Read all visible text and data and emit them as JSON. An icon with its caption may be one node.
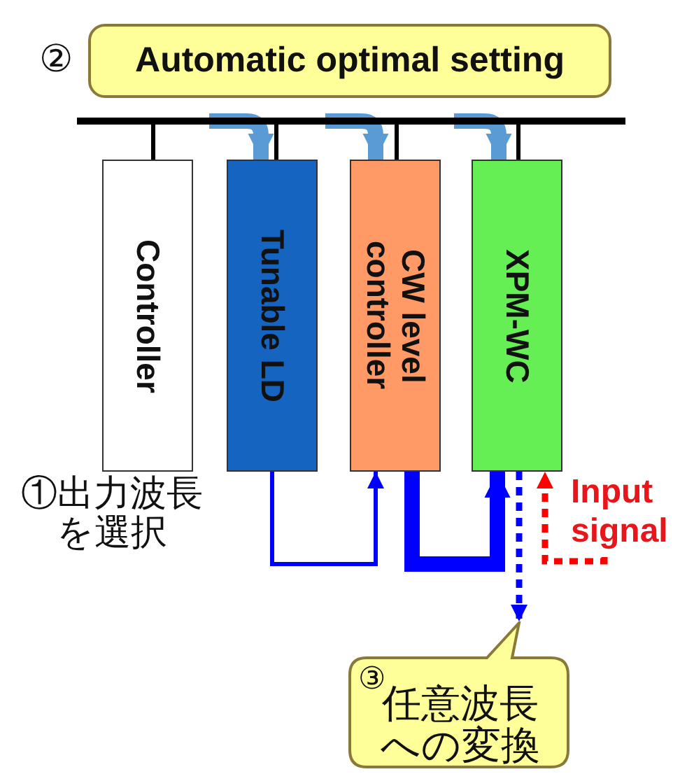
{
  "diagram": {
    "nodes": [
      {
        "text": [
          "Automatic optimal setting"
        ]
      },
      {
        "text": [],
        "shape": "bar"
      },
      {
        "text": [
          "Controller"
        ]
      },
      {
        "text": [
          "Tunable LD"
        ]
      },
      {
        "text": [
          "CW level controller"
        ]
      },
      {
        "text": [
          "XPM-WC"
        ]
      },
      {
        "text": [
          "Input signal"
        ]
      },
      {
        "text": [
          "③",
          "任意波長への変換"
        ]
      }
    ],
    "edges": [
      {
        "from": 1,
        "to": 2,
        "arrow": "none"
      },
      {
        "from": 1,
        "to": 3,
        "arrow": "none"
      },
      {
        "from": 1,
        "to": 4,
        "arrow": "none"
      },
      {
        "from": 1,
        "to": 5,
        "arrow": "none"
      },
      {
        "from": 1,
        "to": 3,
        "arrow": "to",
        "style": "thick",
        "color": "#5b9bd5"
      },
      {
        "from": 1,
        "to": 4,
        "arrow": "to",
        "style": "thick",
        "color": "#5b9bd5"
      },
      {
        "from": 1,
        "to": 5,
        "arrow": "to",
        "style": "thick",
        "color": "#5b9bd5"
      },
      {
        "from": 3,
        "to": 4,
        "arrow": "to",
        "color": "#0000ff"
      },
      {
        "from": 4,
        "to": 5,
        "arrow": "to",
        "style": "thick",
        "color": "#0000ff"
      },
      {
        "from": 5,
        "to": 7,
        "arrow": "to",
        "style": "dashed",
        "color": "#0000ff"
      },
      {
        "from": 6,
        "to": 5,
        "arrow": "to",
        "style": "dashed",
        "color": "#ff0000"
      }
    ],
    "labels": [
      "②",
      "①出力波長を選択"
    ]
  }
}
